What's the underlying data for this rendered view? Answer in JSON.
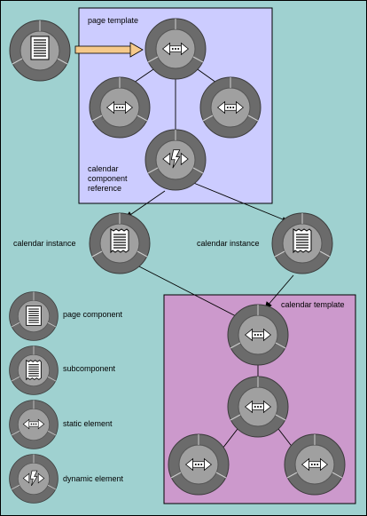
{
  "labels": {
    "page_template": "page template",
    "calendar_ref": "calendar\ncomponent\nreference",
    "calendar_instance_left": "calendar instance",
    "calendar_instance_right": "calendar instance",
    "calendar_template": "calendar template"
  },
  "legend": {
    "page_component": "page component",
    "subcomponent": "subcomponent",
    "static_element": "static element",
    "dynamic_element": "dynamic element"
  },
  "colors": {
    "background": "#9fd1d0",
    "page_template_box": "#ccccff",
    "calendar_template_box": "#cc99cc",
    "node_outer": "#6b6b6b",
    "node_inner": "#9a9a9a",
    "arrow": "#f5c98a"
  },
  "icons": [
    "page-document-icon",
    "subcomponent-document-icon",
    "static-element-icon",
    "dynamic-element-icon"
  ]
}
